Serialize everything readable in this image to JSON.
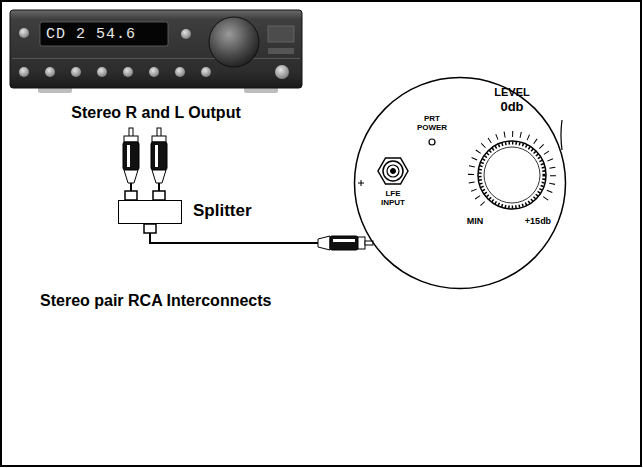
{
  "diagram": {
    "nodes": [
      {
        "text": [
          "Stereo R and L Output"
        ]
      },
      {
        "text": [
          "Splitter"
        ]
      },
      {
        "text": [
          "LEVEL",
          "0db",
          "PRT POWER",
          "LFE INPUT",
          "MIN",
          "+15db"
        ]
      }
    ],
    "edges": [
      {
        "from": 1,
        "to": 2,
        "arrow": "none"
      }
    ],
    "labels": [
      "CD 2 54.6",
      "Stereo pair RCA Interconnects"
    ]
  }
}
